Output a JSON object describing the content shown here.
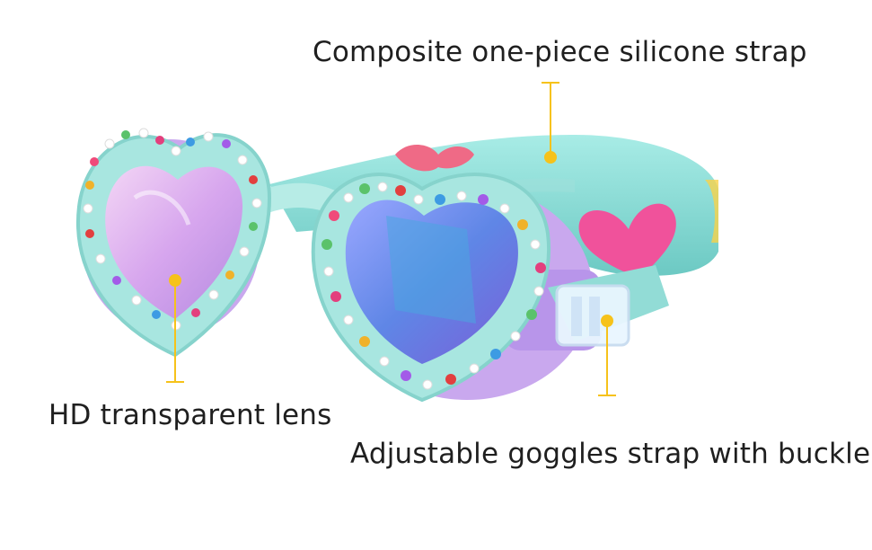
{
  "callouts": {
    "strap": "Composite one-piece silicone strap",
    "lens": "HD transparent lens",
    "buckle": "Adjustable goggles strap with buckle"
  },
  "colors": {
    "frame": "#a8e6e0",
    "frame_dark": "#7ccfc8",
    "strap": "#7fd8d2",
    "gasket": "#c9a8ee",
    "lens_left": "#e6b9f0",
    "lens_right": "#6b7fe8",
    "heart": "#f0529b",
    "callout": "#f6c21a"
  }
}
